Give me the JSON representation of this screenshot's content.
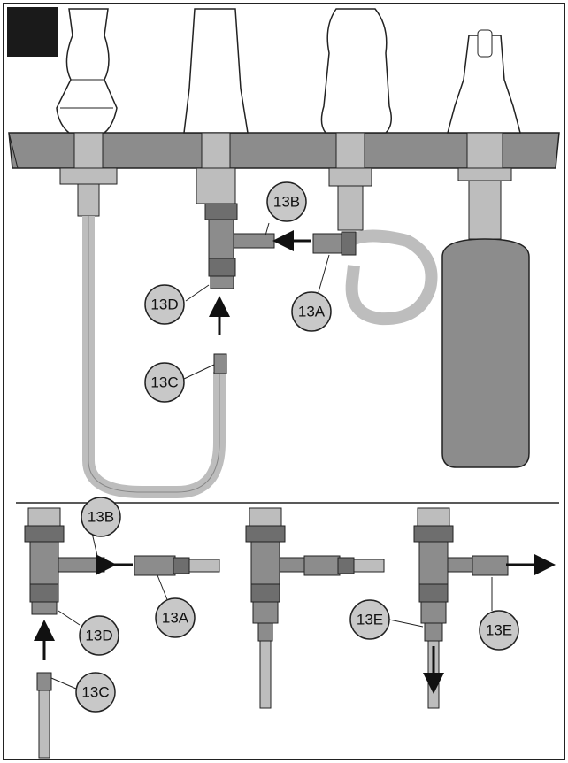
{
  "step": {
    "number_badge": ""
  },
  "colors": {
    "part_fill": "#8c8c8c",
    "part_dark": "#6e6e6e",
    "part_light": "#bdbdbd",
    "outline": "#222222",
    "callout_fill": "#c8c8c8",
    "badge": "#1a1a1a",
    "background": "#ffffff"
  },
  "callouts": {
    "top": {
      "b": "13B",
      "d": "13D",
      "a": "13A",
      "c": "13C"
    },
    "bottom_left": {
      "b": "13B",
      "d": "13D",
      "a": "13A",
      "c": "13C"
    },
    "bottom_right": {
      "e1": "13E",
      "e2": "13E"
    }
  },
  "icons": [
    "step-badge",
    "arrow-icon",
    "hose-icon",
    "valve-icon",
    "faucet-handle-icon",
    "soap-dispenser-icon"
  ]
}
